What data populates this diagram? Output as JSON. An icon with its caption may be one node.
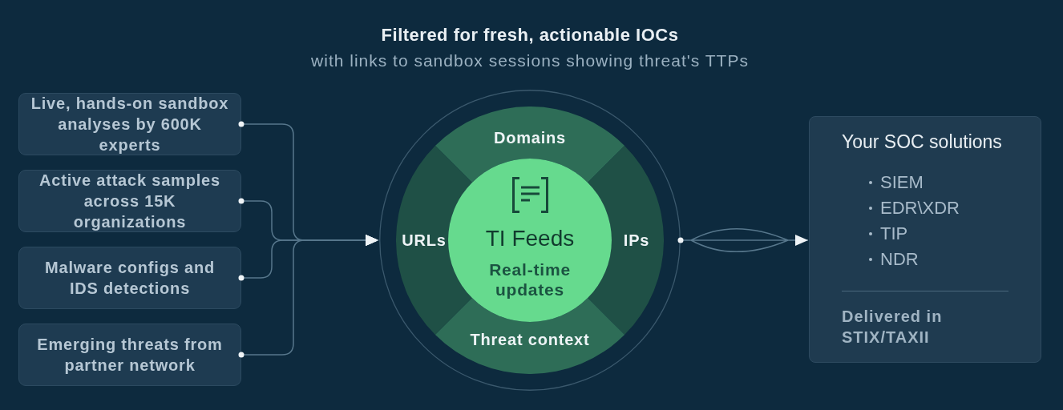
{
  "diagram": {
    "title": "Filtered for fresh, actionable IOCs",
    "nodes": [
      {
        "text": [
          "Live, hands-on sandbox analyses by 600K experts"
        ]
      },
      {
        "text": [
          "Active attack samples across 15K organizations"
        ]
      },
      {
        "text": [
          "Malware configs and IDS detections"
        ]
      },
      {
        "text": [
          "Emerging threats from partner network"
        ]
      },
      {
        "text": [],
        "shape": "circle"
      },
      {
        "text": [
          "Domains"
        ],
        "in": 4
      },
      {
        "text": [
          "URLs"
        ],
        "in": 4
      },
      {
        "text": [
          "IPs"
        ],
        "in": 4
      },
      {
        "text": [
          "Threat context"
        ],
        "in": 4
      },
      {
        "text": [
          "TI Feeds",
          "Real-time updates"
        ],
        "in": 4
      },
      {
        "text": [
          "Your SOC solutions",
          "SIEM",
          "EDR\\XDR",
          "TIP",
          "NDR",
          "Delivered in STIX/TAXII"
        ]
      }
    ],
    "edges": [
      {
        "from": 0,
        "to": 4,
        "arrow": "to"
      },
      {
        "from": 1,
        "to": 4,
        "arrow": "to"
      },
      {
        "from": 2,
        "to": 4,
        "arrow": "to"
      },
      {
        "from": 3,
        "to": 4,
        "arrow": "to"
      },
      {
        "from": 4,
        "to": 10,
        "arrow": "to"
      }
    ],
    "labels": [
      "with links to sandbox sessions showing threat's TTPs"
    ]
  }
}
